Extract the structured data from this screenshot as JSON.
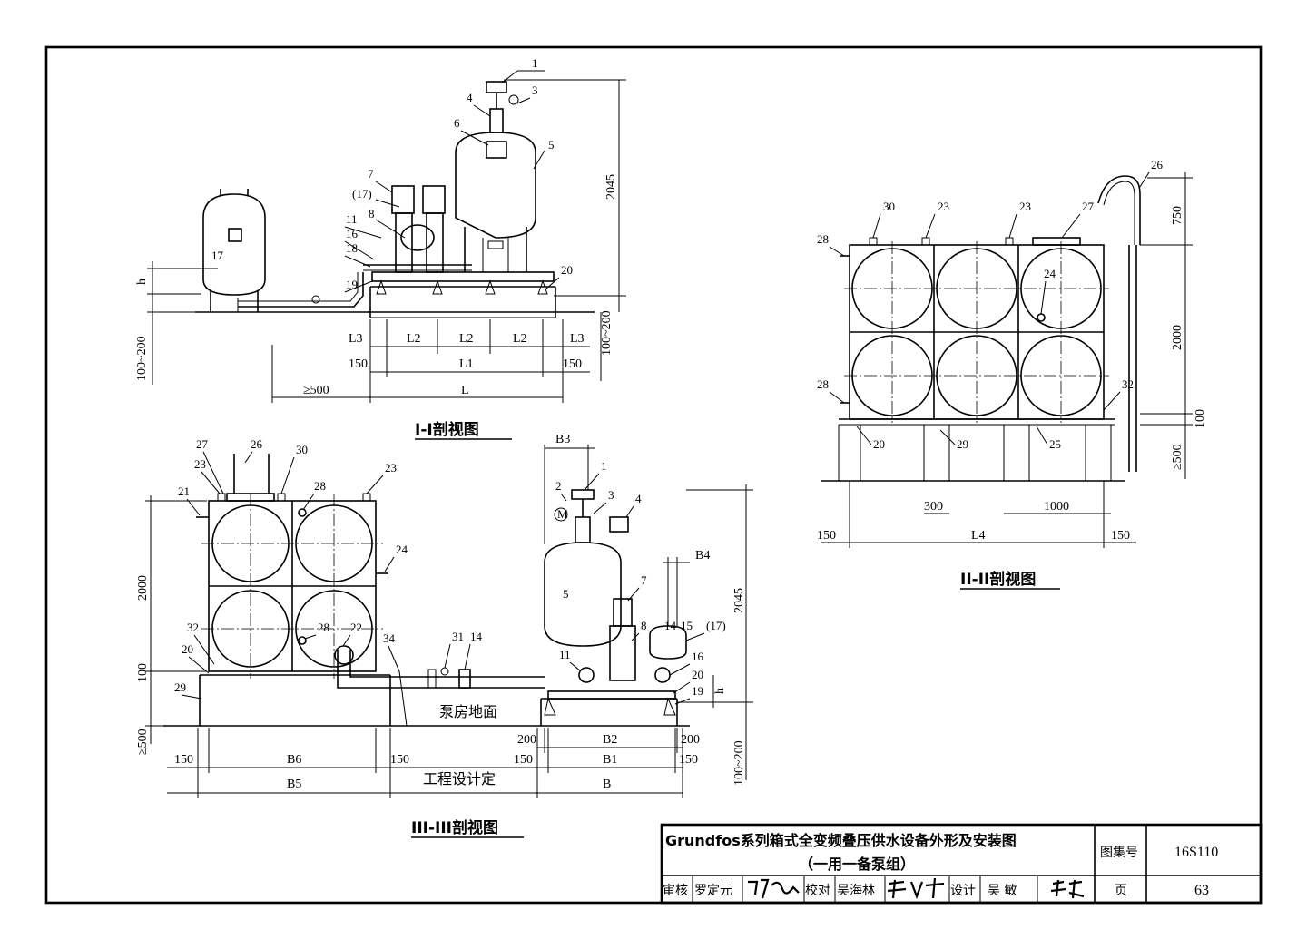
{
  "views": {
    "section1_title": "I-I剖视图",
    "section2_title": "II-II剖视图",
    "section3_title": "III-III剖视图"
  },
  "section1": {
    "callouts": [
      "1",
      "3",
      "4",
      "6",
      "5",
      "7",
      "(17)",
      "8",
      "11",
      "16",
      "18",
      "19",
      "20",
      "17"
    ],
    "dims": {
      "height_total": "2045",
      "h": "h",
      "base": "100~200",
      "base_right": "100~200",
      "L3_left": "L3",
      "L2_a": "L2",
      "L2_b": "L2",
      "L2_c": "L2",
      "L3_right": "L3",
      "edge_left": "150",
      "L1": "L1",
      "edge_right": "150",
      "clearance": "≥500",
      "L": "L"
    }
  },
  "section2": {
    "callouts": [
      "30",
      "23",
      "23",
      "27",
      "26",
      "28",
      "24",
      "28",
      "32",
      "20",
      "29",
      "25"
    ],
    "dims": {
      "h750": "750",
      "h2000": "2000",
      "h100": "100",
      "h500": "≥500",
      "w300": "300",
      "w1000": "1000",
      "edge_left": "150",
      "L4": "L4",
      "edge_right": "150"
    }
  },
  "section3": {
    "callouts": [
      "27",
      "26",
      "30",
      "23",
      "21",
      "28",
      "23",
      "24",
      "32",
      "28",
      "22",
      "20",
      "34",
      "29",
      "31",
      "14",
      "2",
      "1",
      "3",
      "4",
      "M",
      "5",
      "7",
      "8",
      "14",
      "15",
      "(17)",
      "11",
      "16",
      "20",
      "19"
    ],
    "dims": {
      "B3": "B3",
      "B4": "B4",
      "h2000": "2000",
      "h100": "100",
      "h500": "≥500",
      "height_total": "2045",
      "h": "h",
      "base": "100~200",
      "e150a": "150",
      "B6": "B6",
      "e150b": "150",
      "B5": "B5",
      "d200a": "200",
      "B2": "B2",
      "d200b": "200",
      "e150c": "150",
      "B1": "B1",
      "e150d": "150",
      "B": "B"
    },
    "floor_label": "泵房地面",
    "engineering_note": "工程设计定"
  },
  "title_block": {
    "title_line1": "Grundfos系列箱式全变频叠压供水设备外形及安装图",
    "title_line2": "（一用一备泵组）",
    "atlas_label": "图集号",
    "atlas_no": "16S110",
    "review_label": "审核",
    "reviewer": "罗定元",
    "reviewer_sig": "罗定元",
    "check_label": "校对",
    "checker": "吴海林",
    "checker_sig": "吴海林",
    "design_label": "设计",
    "designer": "吴 敏",
    "designer_sig": "吴敏",
    "page_label": "页",
    "page_no": "63"
  }
}
